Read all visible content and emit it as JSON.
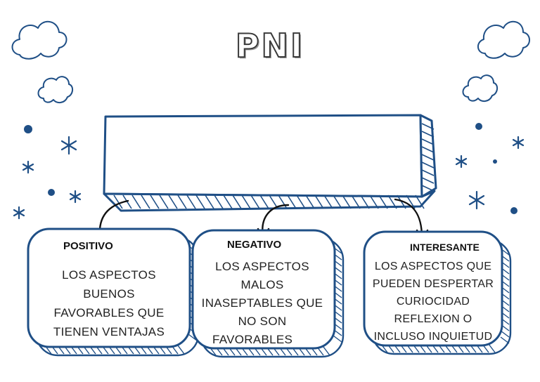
{
  "title": "PNI",
  "boxes": [
    {
      "heading": "POSITIVO",
      "lines": [
        "LOS ASPECTOS",
        "BUENOS",
        "FAVORABLES QUE",
        "TIENEN VENTAJAS"
      ]
    },
    {
      "heading": "NEGATIVO",
      "lines": [
        "LOS ASPECTOS",
        "MALOS",
        "INASEPTABLES QUE",
        "NO SON",
        "FAVORABLES"
      ]
    },
    {
      "heading": "INTERESANTE",
      "lines": [
        "LOS ASPECTOS QUE",
        "PUEDEN DESPERTAR",
        "CURIOCIDAD",
        "REFLEXION O",
        "INCLUSO INQUIETUD"
      ]
    }
  ],
  "colors": {
    "ink": "#1f4f86",
    "dark": "#111111"
  }
}
